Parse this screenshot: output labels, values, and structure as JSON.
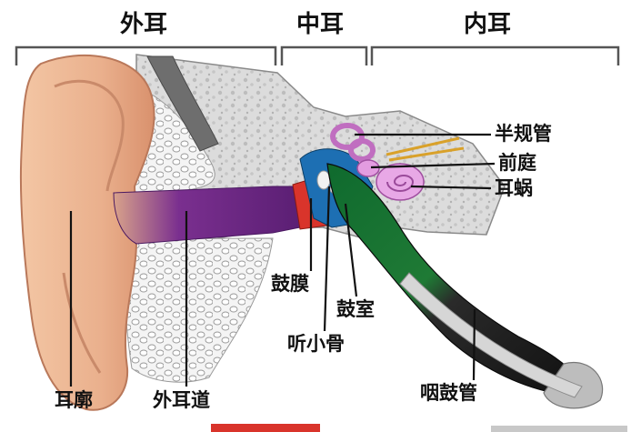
{
  "sections": {
    "outer": "外耳",
    "middle": "中耳",
    "inner": "内耳"
  },
  "labels": {
    "auricle": "耳廓",
    "ear_canal": "外耳道",
    "eardrum": "鼓膜",
    "ossicles": "听小骨",
    "tympanic_cavity": "鼓室",
    "eustachian_tube": "咽鼓管",
    "semicircular_canals": "半规管",
    "vestibule": "前庭",
    "cochlea": "耳蜗"
  }
}
